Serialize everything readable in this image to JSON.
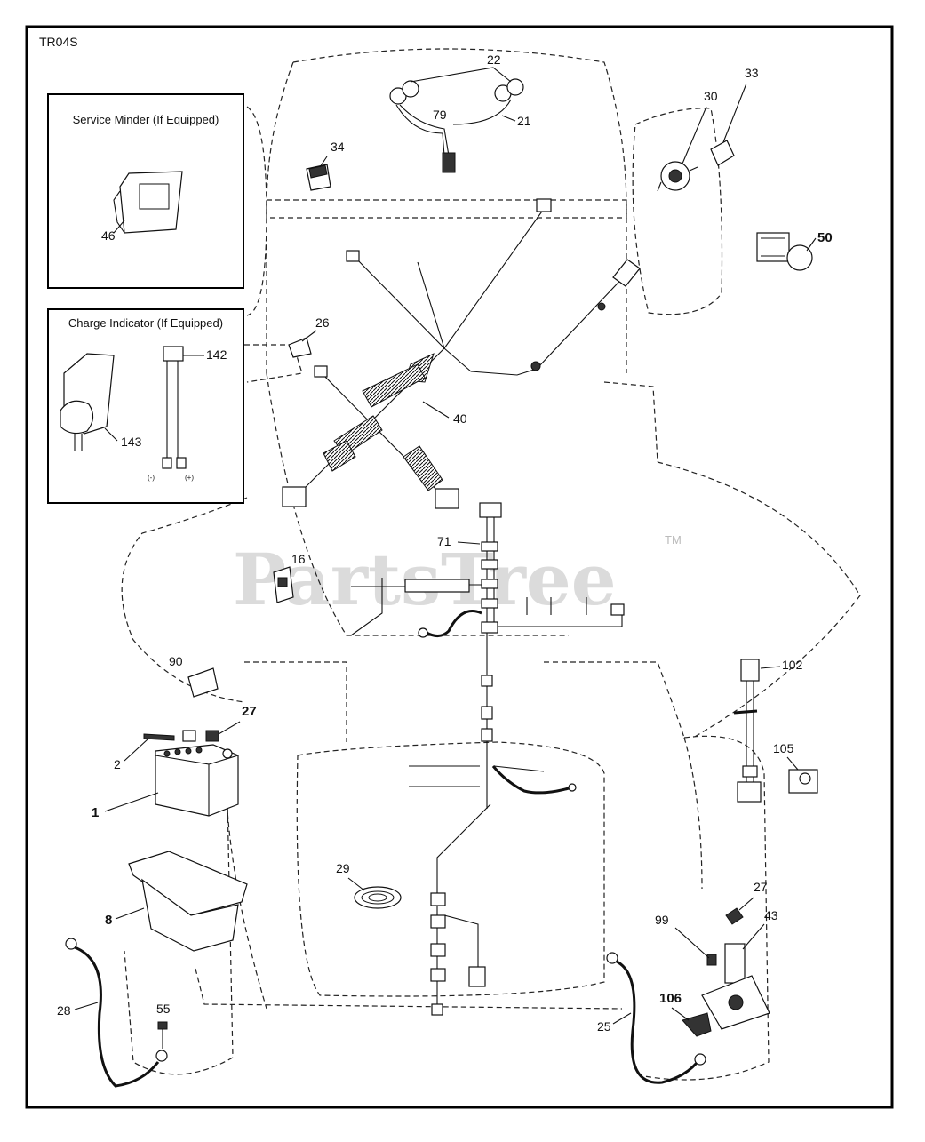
{
  "diagram": {
    "code": "TR04S",
    "boxes": {
      "service_minder": "Service Minder (If Equipped)",
      "charge_indicator": "Charge Indicator (If Equipped)"
    },
    "callouts": {
      "p22": "22",
      "p79": "79",
      "p21": "21",
      "p34": "34",
      "p30": "30",
      "p33": "33",
      "p50": "50",
      "p46": "46",
      "p26": "26",
      "p142": "142",
      "p143": "143",
      "p40": "40",
      "p71": "71",
      "p16": "16",
      "p90": "90",
      "p27a": "27",
      "p2": "2",
      "p1": "1",
      "p102": "102",
      "p105": "105",
      "p8": "8",
      "p29": "29",
      "p27b": "27",
      "p43": "43",
      "p99": "99",
      "p106": "106",
      "p28": "28",
      "p55": "55",
      "p25": "25"
    },
    "small_marks": {
      "neg": "(-)",
      "pos": "(+)"
    },
    "watermark": {
      "brand": "PartsTree",
      "tm": "TM"
    }
  }
}
